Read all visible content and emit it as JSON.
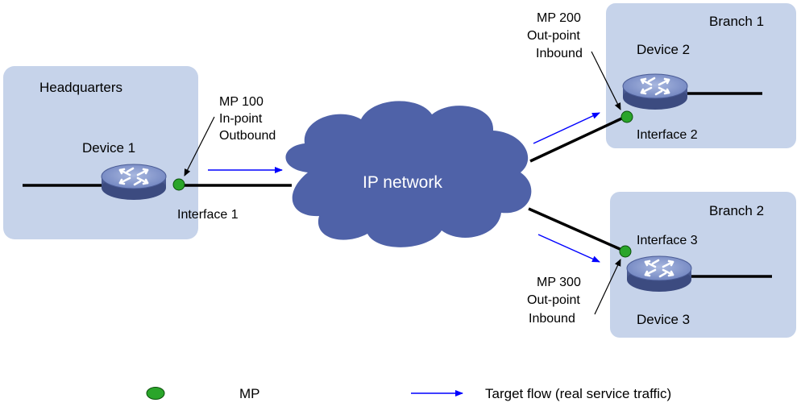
{
  "sites": {
    "headquarters": "Headquarters",
    "branch1": "Branch 1",
    "branch2": "Branch 2"
  },
  "devices": {
    "device1": "Device 1",
    "device2": "Device 2",
    "device3": "Device 3"
  },
  "interfaces": {
    "interface1": "Interface 1",
    "interface2": "Interface 2",
    "interface3": "Interface 3"
  },
  "cloud": {
    "label": "IP network"
  },
  "mps": {
    "mp100": {
      "name": "MP 100",
      "point": "In-point",
      "direction": "Outbound"
    },
    "mp200": {
      "name": "MP 200",
      "point": "Out-point",
      "direction": "Inbound"
    },
    "mp300": {
      "name": "MP 300",
      "point": "Out-point",
      "direction": "Inbound"
    }
  },
  "legend": {
    "mp_label": "MP",
    "flow_label": "Target flow (real service traffic)"
  },
  "colors": {
    "site_box": "#c6d3ea",
    "cloud": "#4f62a8",
    "router_top": "#8c9fd0",
    "mp_dot": "#2aa52a",
    "flow_arrow": "#0000ff"
  }
}
